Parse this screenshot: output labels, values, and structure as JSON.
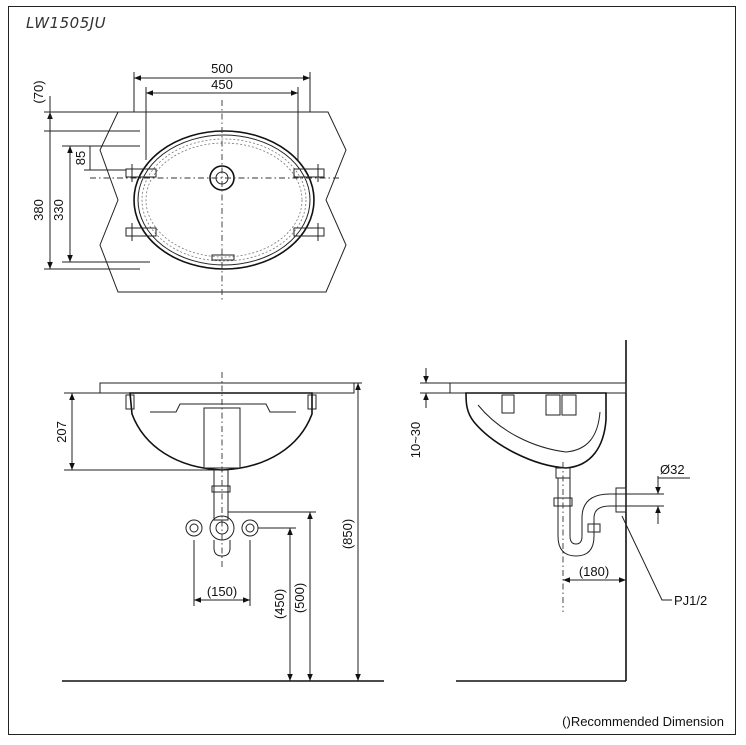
{
  "model": "LW1505JU",
  "note": "()Recommended Dimension",
  "top_view": {
    "width_outer": "500",
    "width_inner": "450",
    "dim_70": "(70)",
    "dim_85": "85",
    "dim_380": "380",
    "dim_330": "330"
  },
  "front_view": {
    "dim_207": "207",
    "dim_150": "(150)",
    "dim_450": "(450)",
    "dim_500": "(500)",
    "dim_850": "(850)"
  },
  "side_view": {
    "dim_10_30": "10~30",
    "dim_180": "(180)",
    "dim_32": "Ø32",
    "label_pj": "PJ1/2"
  }
}
